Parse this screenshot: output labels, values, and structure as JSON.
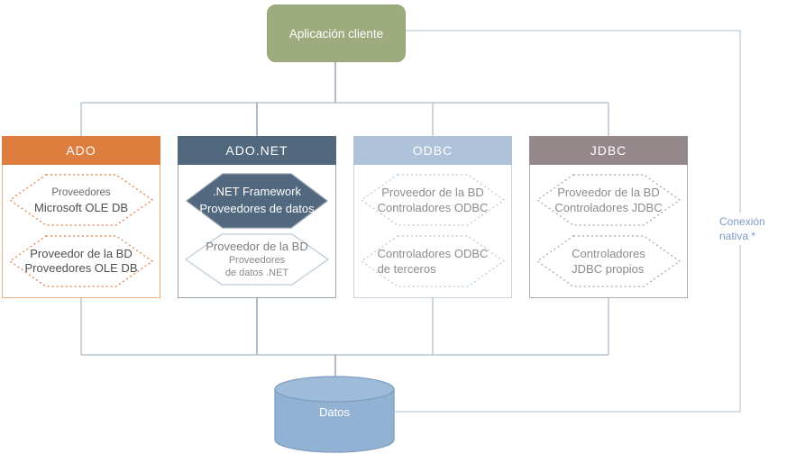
{
  "client": {
    "label": "Aplicación cliente"
  },
  "columns": [
    {
      "id": "ado",
      "header": "ADO",
      "shapes": [
        {
          "lines": [
            "Proveedores",
            "Microsoft OLE DB"
          ]
        },
        {
          "lines": [
            "Proveedor de la BD",
            "Proveedores OLE DB"
          ]
        }
      ]
    },
    {
      "id": "adonet",
      "header": "ADO.NET",
      "shapes": [
        {
          "lines": [
            ".NET Framework",
            "Proveedores de datos"
          ]
        },
        {
          "lines": [
            "Proveedor de la BD",
            "Proveedores",
            "de datos .NET"
          ]
        }
      ]
    },
    {
      "id": "odbc",
      "header": "ODBC",
      "shapes": [
        {
          "lines": [
            "Proveedor de la BD",
            "Controladores ODBC"
          ]
        },
        {
          "lines": [
            "Controladores ODBC",
            "de terceros"
          ]
        }
      ]
    },
    {
      "id": "jdbc",
      "header": "JDBC",
      "shapes": [
        {
          "lines": [
            "Proveedor de la BD",
            "Controladores JDBC"
          ]
        },
        {
          "lines": [
            "Controladores",
            "JDBC propios"
          ]
        }
      ]
    }
  ],
  "native_connection": {
    "line1": "Conexión",
    "line2": "nativa *"
  },
  "datastore": {
    "label": "Datos"
  },
  "colors": {
    "client_fill": "#9EAB7E",
    "ado_header": "#DD7D3E",
    "adonet_header": "#51687E",
    "odbc_header": "#AEC3D9",
    "jdbc_header": "#95888B",
    "cylinder_fill": "#92B2D3",
    "connector_line": "#B9C7D4",
    "native_label_text": "#7B9CC4"
  }
}
